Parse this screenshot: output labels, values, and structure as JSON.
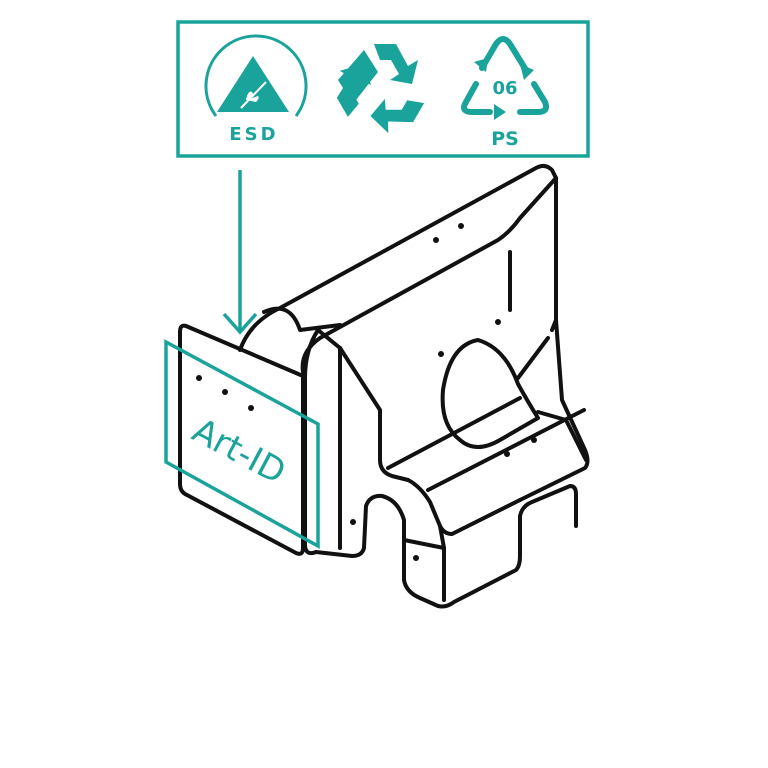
{
  "colors": {
    "accent": "#1aa39b",
    "line": "#111111",
    "background": "#ffffff"
  },
  "symbols_panel": {
    "esd": {
      "label": "ESD",
      "icon": "esd-warning-icon"
    },
    "recycle": {
      "icon": "recycling-arrows-icon"
    },
    "resin": {
      "number": "06",
      "label": "PS",
      "icon": "resin-code-triangle-icon"
    }
  },
  "tag": {
    "label": "Art-ID"
  }
}
